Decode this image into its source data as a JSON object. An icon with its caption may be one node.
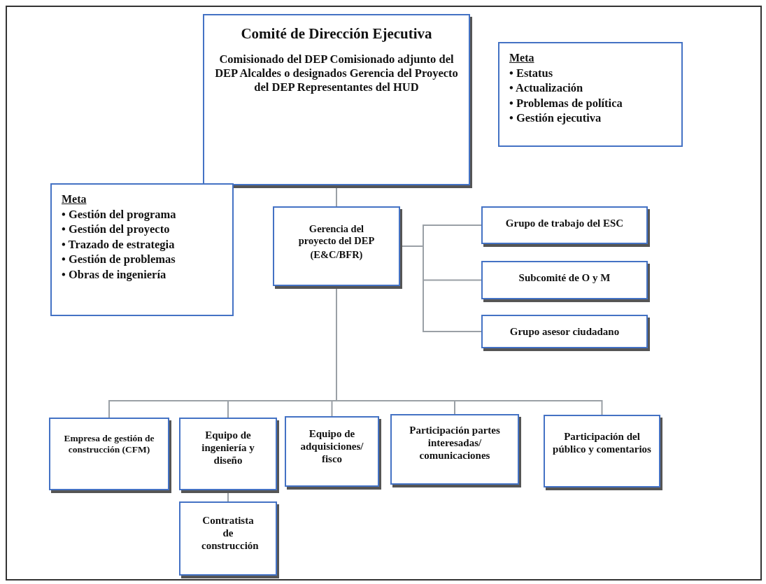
{
  "diagram": {
    "nodes": [
      {
        "text": [
          "Comité de Dirección Ejecutiva",
          "Comisionado del DEP  Comisionado adjunto del DEP  Alcaldes o designados  Gerencia del Proyecto del DEP  Representantes del HUD"
        ]
      },
      {
        "text": [
          "Meta",
          "• Estatus",
          "• Actualización",
          "• Problemas de política",
          "• Gestión ejecutiva"
        ]
      },
      {
        "text": [
          "Meta",
          "• Gestión del programa",
          "• Gestión del proyecto",
          "• Trazado de estrategia",
          "• Gestión de problemas",
          "• Obras de ingeniería"
        ]
      },
      {
        "text": [
          "Gerencia del proyecto del DEP",
          "(E&C/BFR)"
        ]
      },
      {
        "text": [
          "Grupo de trabajo del ESC"
        ]
      },
      {
        "text": [
          "Subcomité de O y M"
        ]
      },
      {
        "text": [
          "Grupo asesor ciudadano"
        ]
      },
      {
        "text": [
          "Empresa de gestión de construcción (CFM)"
        ]
      },
      {
        "text": [
          "Equipo de ingeniería y diseño"
        ]
      },
      {
        "text": [
          "Equipo de adquisiciones/ fisco"
        ]
      },
      {
        "text": [
          "Participación partes interesadas/ comunicaciones"
        ]
      },
      {
        "text": [
          "Participación del público y comentarios"
        ]
      },
      {
        "text": [
          "Contratista de construcción"
        ]
      }
    ],
    "edges": [
      {
        "from": 0,
        "to": 3,
        "arrow": "none"
      },
      {
        "from": 3,
        "to": 4,
        "arrow": "none"
      },
      {
        "from": 3,
        "to": 5,
        "arrow": "none"
      },
      {
        "from": 3,
        "to": 6,
        "arrow": "none"
      },
      {
        "from": 3,
        "to": 7,
        "arrow": "none"
      },
      {
        "from": 3,
        "to": 8,
        "arrow": "none"
      },
      {
        "from": 3,
        "to": 9,
        "arrow": "none"
      },
      {
        "from": 3,
        "to": 10,
        "arrow": "none"
      },
      {
        "from": 3,
        "to": 11,
        "arrow": "none"
      },
      {
        "from": 8,
        "to": 12,
        "arrow": "none"
      }
    ]
  }
}
